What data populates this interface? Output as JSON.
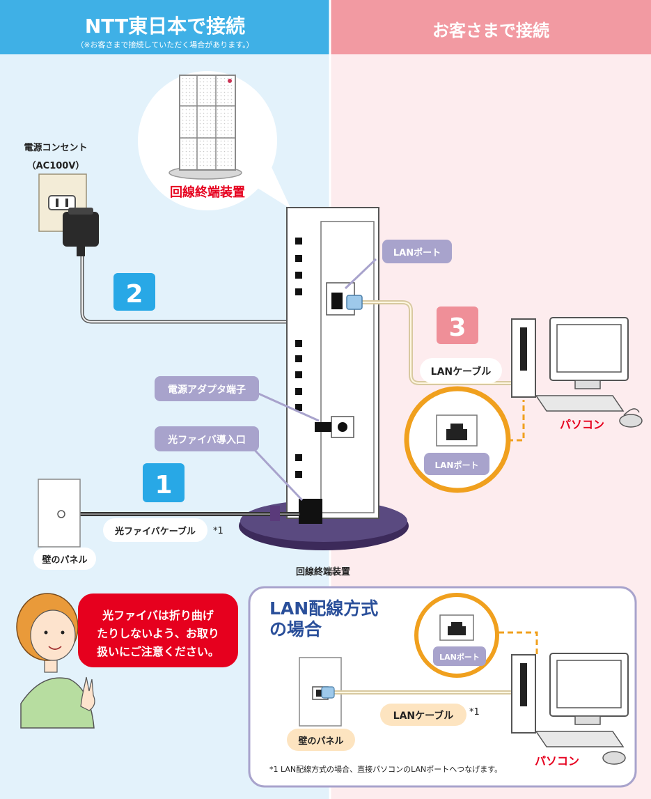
{
  "header": {
    "left_title": "NTT東日本で接続",
    "left_note": "（※お客さまで接続していただく場合があります。）",
    "right_title": "お客さまで接続"
  },
  "labels": {
    "outlet_title": "電源コンセント",
    "outlet_voltage": "（AC100V）",
    "ont_bubble": "回線終端装置",
    "ont_under": "回線終端装置",
    "lan_port": "LANポート",
    "power_terminal": "電源アダプタ端子",
    "fiber_inlet": "光ファイバ導入口",
    "lan_cable": "LANケーブル",
    "pc": "パソコン",
    "lan_port_zoom": "LANポート",
    "fiber_cable": "光ファイバケーブル",
    "fiber_cable_note": "*1",
    "wall_panel": "壁のパネル"
  },
  "steps": {
    "step1": "1",
    "step2": "2",
    "step3": "3"
  },
  "speech": {
    "line1": "光ファイバは折り曲げ",
    "line2": "たりしないよう、お取り",
    "line3": "扱いにご注意ください。"
  },
  "lan_box": {
    "title_line1": "LAN配線方式",
    "title_line2": "の場合",
    "lan_port": "LANポート",
    "lan_cable": "LANケーブル",
    "lan_cable_note": "*1",
    "wall_panel": "壁のパネル",
    "pc": "パソコン",
    "footnote": "*1  LAN配線方式の場合、直接パソコンのLANポートへつなげます。"
  },
  "colors": {
    "left_header": "#3fb0e6",
    "right_header": "#f29aa2",
    "left_bg": "#e3f2fb",
    "right_bg": "#fdecee",
    "accent_red": "#e6001e",
    "label_purple": "#a8a3cc",
    "step_blue": "#28a8e6",
    "step_pink": "#ef8f98",
    "orange": "#f0a01e",
    "lan_box_border": "#a8a3cc"
  }
}
